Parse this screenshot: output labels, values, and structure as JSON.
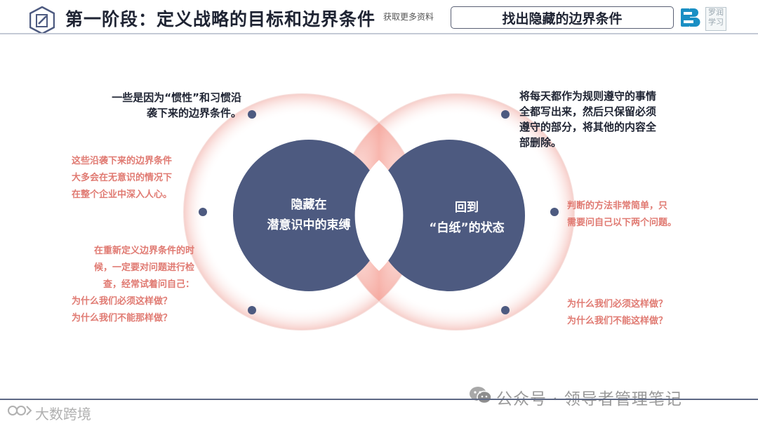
{
  "header": {
    "title": "第一阶段：定义战略的目标和边界条件",
    "title_overlay": "获取更多资料",
    "subtitle": "找出隐藏的边界条件",
    "logo_text": "罗润学习"
  },
  "diagram": {
    "left_circle": {
      "line1": "隐藏在",
      "line2": "潜意识中的束缚"
    },
    "right_circle": {
      "line1": "回到",
      "line2": "“白纸”的状态"
    }
  },
  "left_texts": {
    "top_dark": [
      "一些是因为“惯性”和习惯沿",
      "袭下来的边界条件。"
    ],
    "middle_red": [
      "这些沿袭下来的边界条件",
      "大多会在无意识的情况下",
      "在整个企业中深入人心。"
    ],
    "bottom_red": [
      "在重新定义边界条件的时",
      "候，一定要对问题进行检",
      "查，经常试着问自己：",
      "为什么我们必须这样做？",
      "为什么我们不能那样做？"
    ]
  },
  "right_texts": {
    "top_dark": [
      "将每天都作为规则遵守的事情",
      "全都写出来，然后只保留必须",
      "遵守的部分，将其他的内容全",
      "部删除。"
    ],
    "middle_red": [
      "判断的方法非常简单，只",
      "需要问自己以下两个问题。"
    ],
    "bottom_red": [
      "为什么我们必须这样做？",
      "为什么我们不能这样做？"
    ]
  },
  "watermarks": {
    "right": "公众号 · 领导者管理笔记",
    "left": "大数跨境"
  },
  "colors": {
    "navy": "#4d5a80",
    "accent_red": "#e07a72",
    "dark_text": "#1f2433"
  }
}
